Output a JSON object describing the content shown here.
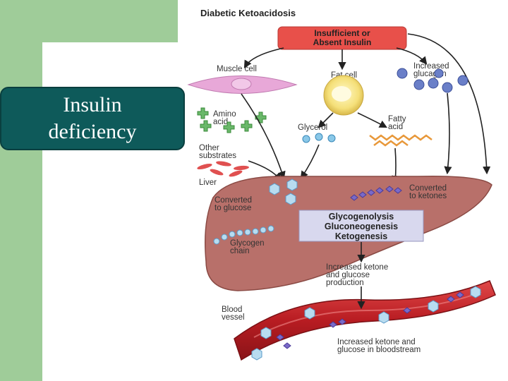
{
  "title_box": {
    "line1": "Insulin",
    "line2": "deficiency"
  },
  "diagram": {
    "title": "Diabetic Ketoacidosis",
    "insufficient": [
      "Insufficient or",
      "Absent Insulin"
    ],
    "muscle_cell": "Muscle cell",
    "fat_cell": "Fat cell",
    "increased_glucagon": [
      "Increased",
      "glucagon"
    ],
    "amino_acid": [
      "Amino",
      "acid"
    ],
    "glycerol": "Glycerol",
    "fatty_acid": [
      "Fatty",
      "acid"
    ],
    "other_substrates": [
      "Other",
      "substrates"
    ],
    "liver": "Liver",
    "converted_glucose": [
      "Converted",
      "to glucose"
    ],
    "converted_ketones": [
      "Converted",
      "to ketones"
    ],
    "processes": [
      "Glycogenolysis",
      "Gluconeogenesis",
      "Ketogenesis"
    ],
    "glycogen_chain": [
      "Glycogen",
      "chain"
    ],
    "increased_production": [
      "Increased ketone",
      "and glucose",
      "production"
    ],
    "blood_vessel": [
      "Blood",
      "vessel"
    ],
    "bloodstream": [
      "Increased ketone and",
      "glucose in bloodstream"
    ]
  },
  "colors": {
    "green": "#9fcc99",
    "teal": "#0e5a5a",
    "insulin_box": "#e8504a",
    "liver": "#b8706a",
    "vessel": "#c8242a"
  }
}
